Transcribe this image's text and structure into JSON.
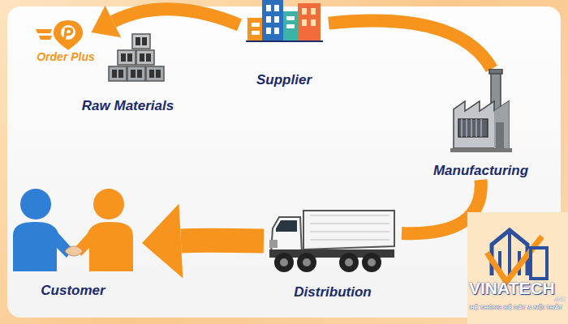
{
  "diagram": {
    "nodes": [
      {
        "text": [
          "Raw Materials"
        ]
      },
      {
        "text": [
          "Supplier"
        ]
      },
      {
        "text": [
          "Manufacturing"
        ]
      },
      {
        "text": [
          "Distribution"
        ]
      },
      {
        "text": [
          "Customer"
        ]
      }
    ],
    "edges": [
      {
        "from": 1,
        "to": 0,
        "arrow": "to"
      },
      {
        "from": 1,
        "to": 2,
        "arrow": "none"
      },
      {
        "from": 2,
        "to": 3,
        "arrow": "none"
      },
      {
        "from": 3,
        "to": 4,
        "arrow": "to"
      }
    ],
    "labels": [
      "Order Plus",
      "VINATECH",
      "JSC",
      "HỆ THỐNG KỆ SẮT & NỘI THẤT"
    ]
  }
}
